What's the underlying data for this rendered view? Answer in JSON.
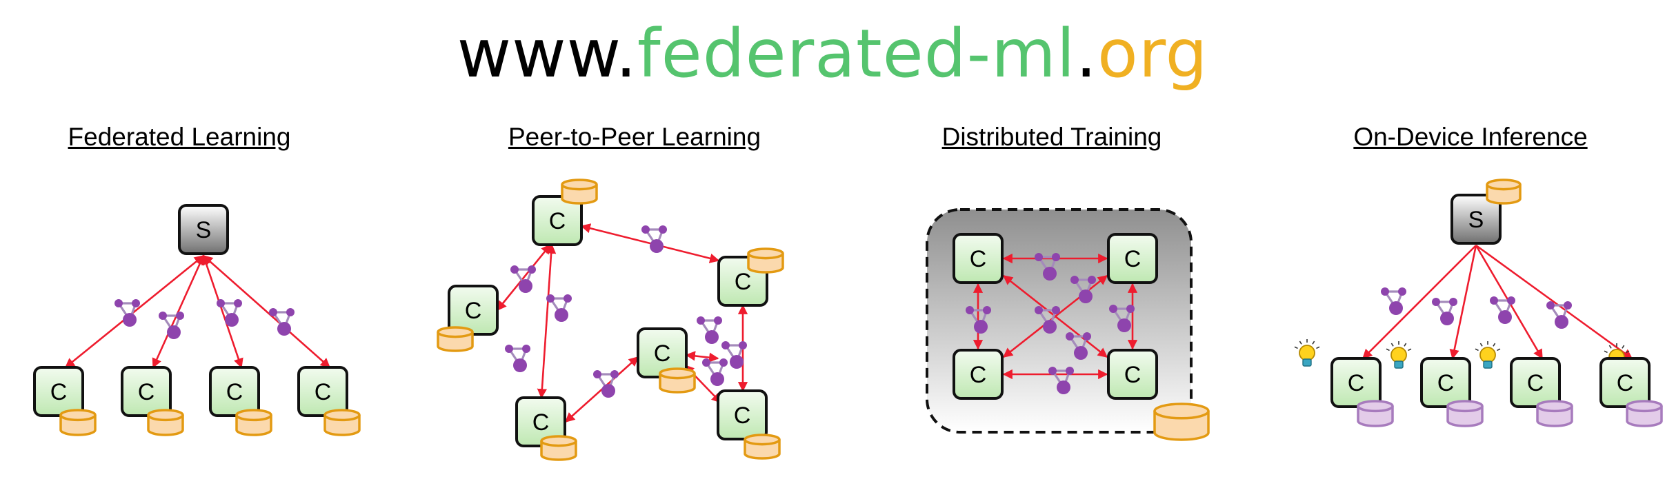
{
  "header": {
    "www": "www.",
    "domain": "federated-ml",
    "dot": ".",
    "tld": "org",
    "colors": {
      "www": "#000000",
      "domain": "#55c46e",
      "dot": "#000000",
      "tld": "#f0b022"
    }
  },
  "panels": [
    {
      "title": "Federated Learning",
      "server_label": "S",
      "client_label": "C"
    },
    {
      "title": "Peer-to-Peer Learning",
      "client_label": "C"
    },
    {
      "title": "Distributed Training",
      "client_label": "C"
    },
    {
      "title": "On-Device Inference",
      "server_label": "S",
      "client_label": "C"
    }
  ],
  "colors": {
    "client_fill": "#d6f2cf",
    "server_fill": "#8a8a8a",
    "arrow": "#ee1c2e",
    "model_icon": "#8e44ad",
    "data_fill": "#fbd9ad",
    "data_stroke": "#e39a12",
    "device_data_fill": "#e3cce9",
    "device_data_stroke": "#a77bbd"
  }
}
